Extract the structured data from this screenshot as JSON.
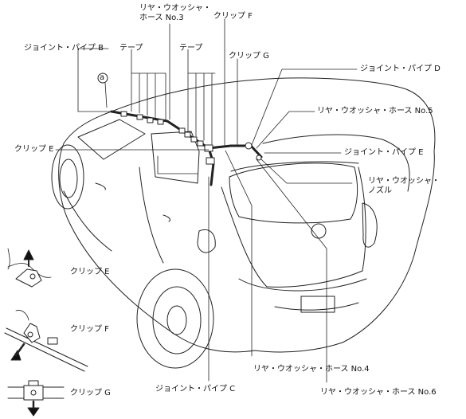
{
  "labels": {
    "joint_pipe_b": "ジョイント・パイプ B",
    "tape_left": "テープ",
    "rear_washer_hose_no3": "リヤ・ウオッシャ・\nホース No.3",
    "tape_right": "テープ",
    "clip_f_top": "クリップ F",
    "clip_g_top": "クリップ G",
    "joint_pipe_d": "ジョイント・パイプ D",
    "point_a": "a",
    "rear_washer_hose_no5": "リヤ・ウオッシャ・ホース No.5",
    "clip_e_left": "クリップ E",
    "joint_pipe_e": "ジョイント・パイプ E",
    "rear_washer_nozzle": "リヤ・ウオッシャ・\nノズル",
    "inset_clip_e": "クリップ E",
    "inset_clip_f": "クリップ F",
    "inset_clip_g": "クリップ G",
    "rear_washer_hose_no4": "リヤ・ウオッシャ・ホース No.4",
    "joint_pipe_c": "ジョイント・パイプ C",
    "rear_washer_hose_no6": "リヤ・ウオッシャ・ホース No.6"
  }
}
